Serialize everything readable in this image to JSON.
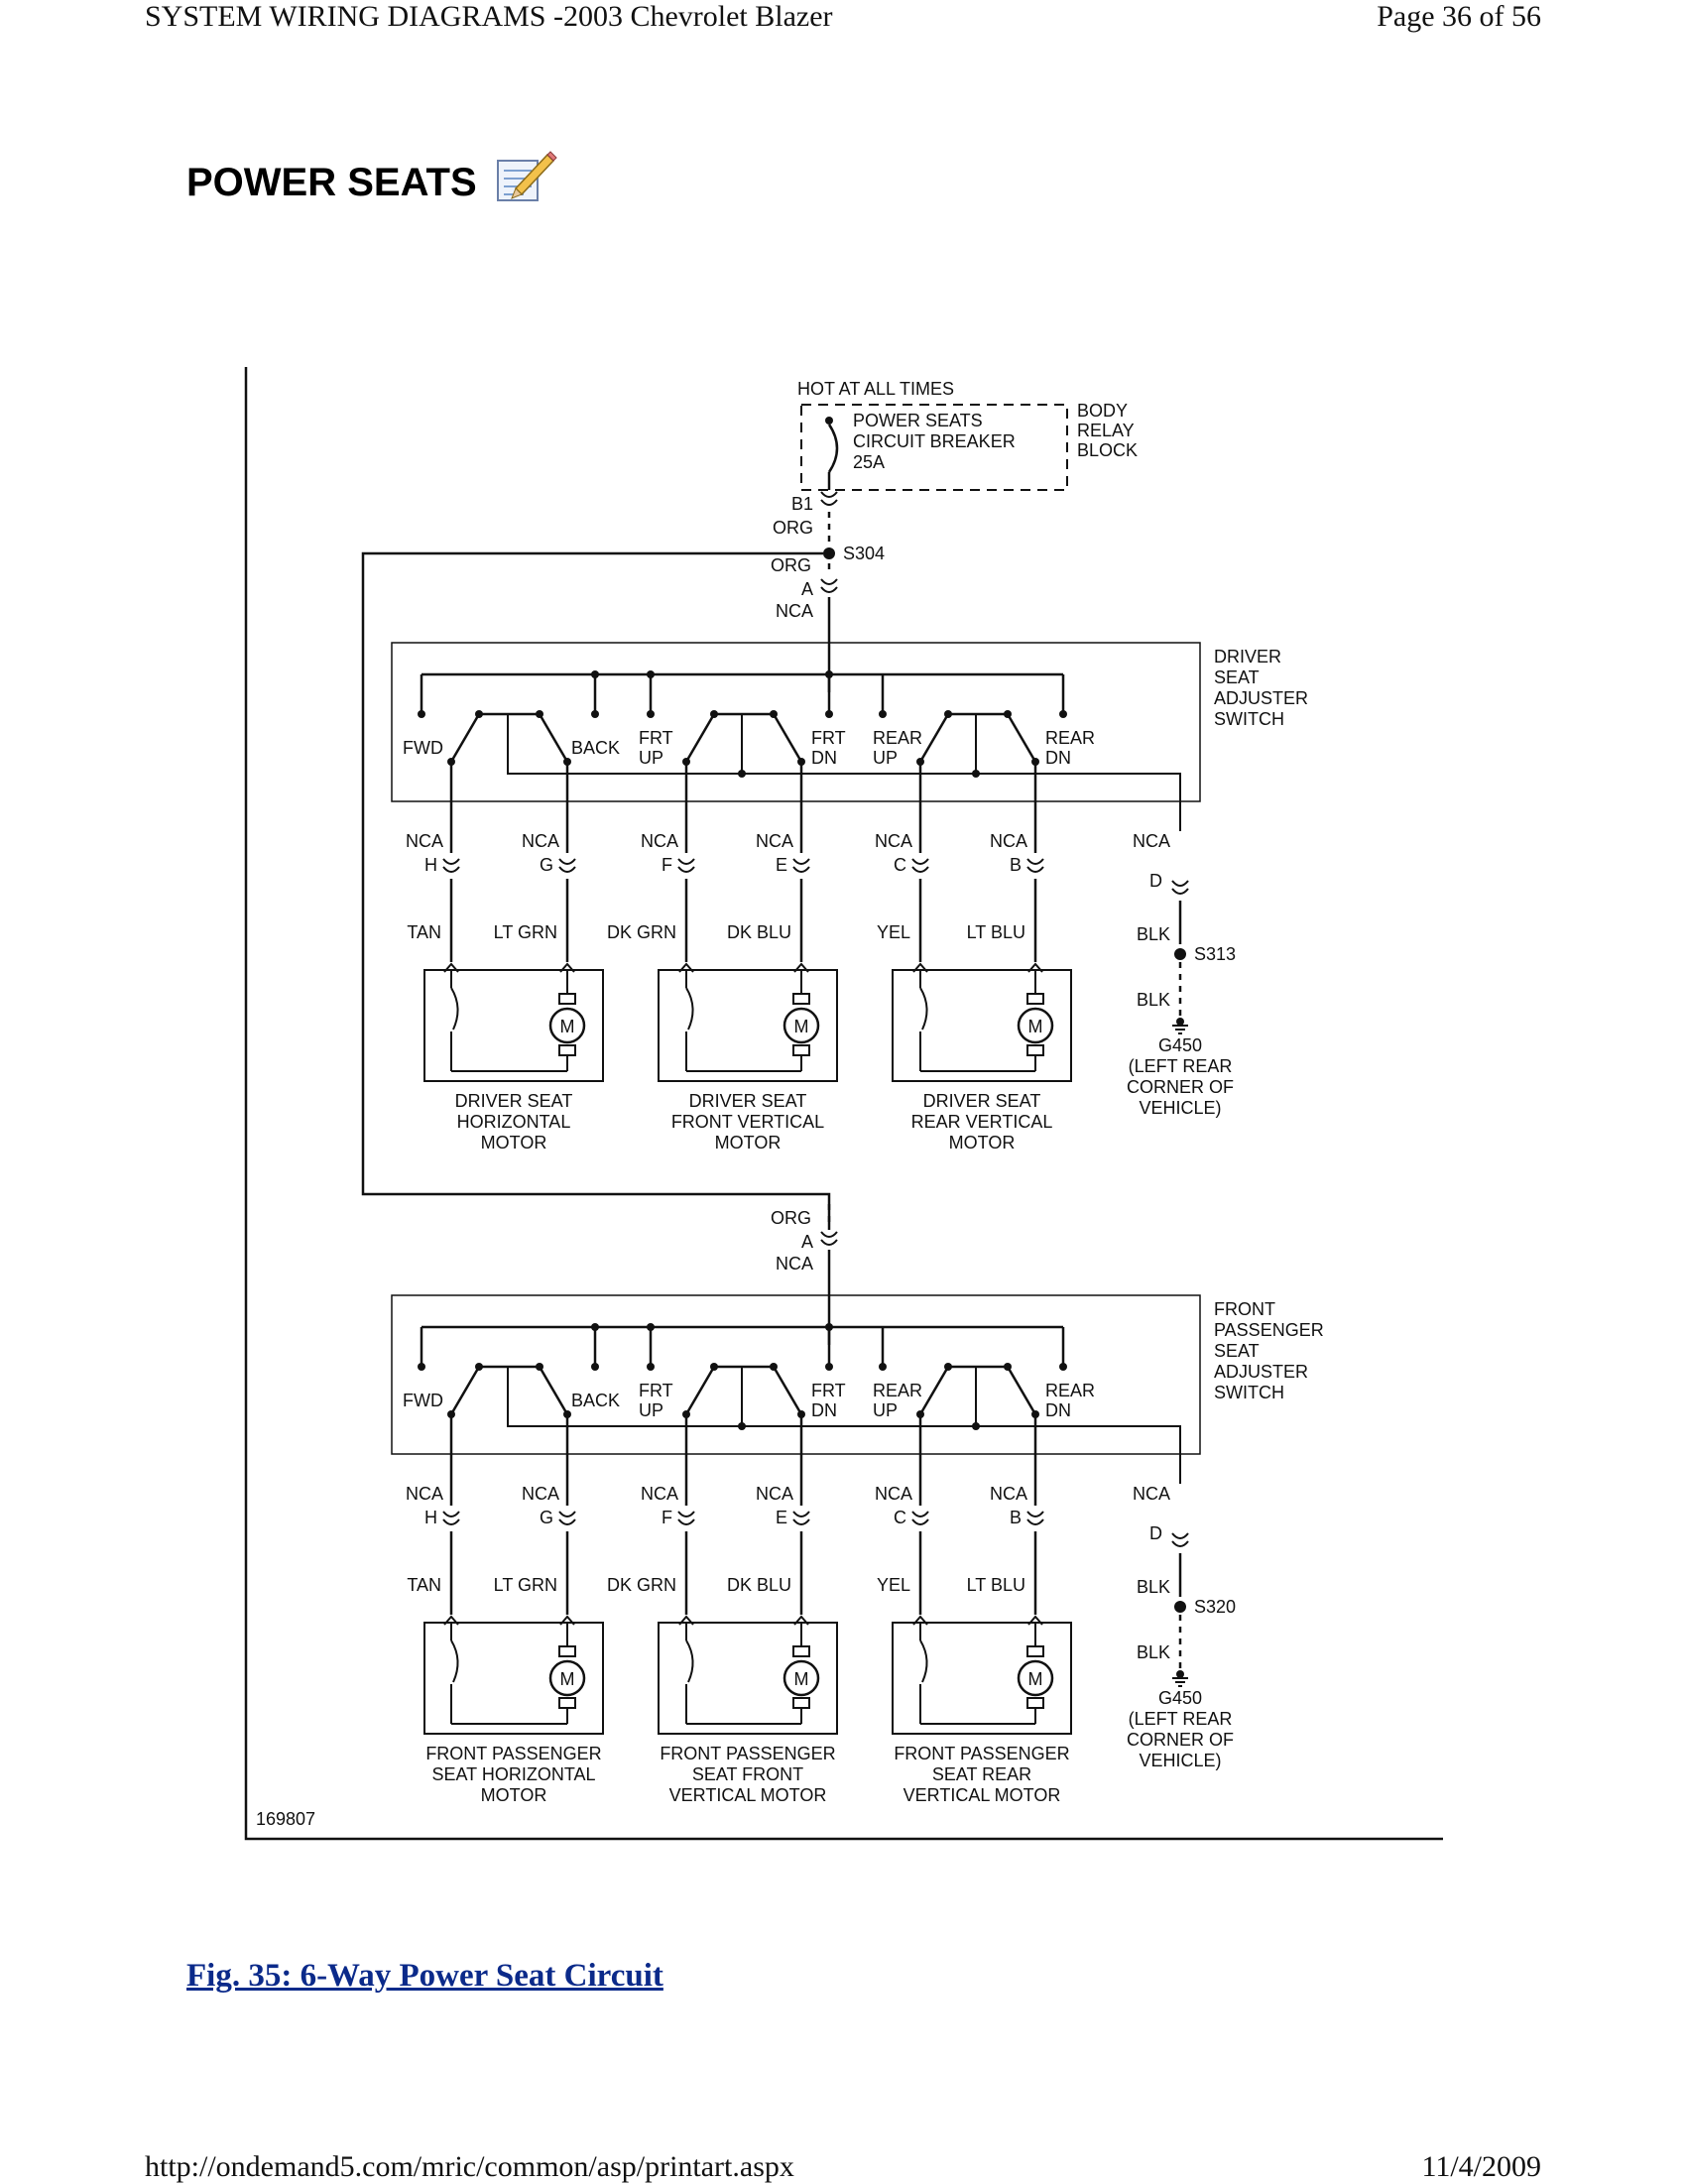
{
  "header": {
    "left": "SYSTEM WIRING DIAGRAMS -2003 Chevrolet Blazer",
    "right": "Page 36 of 56"
  },
  "page_title": "POWER SEATS",
  "figure_caption": "Fig. 35: 6-Way Power Seat Circuit",
  "footer": {
    "url": "http://ondemand5.com/mric/common/asp/printart.aspx",
    "date": "11/4/2009"
  },
  "diagram": {
    "figure_number": "169807",
    "power_source": {
      "hot_label": "HOT AT ALL TIMES",
      "breaker_lines": [
        "POWER SEATS",
        "CIRCUIT BREAKER",
        "25A"
      ],
      "block_lines": [
        "BODY",
        "RELAY",
        "BLOCK"
      ],
      "pin": "B1",
      "wire": "ORG"
    },
    "splice_main": "S304",
    "colors": {
      "ink": "#111111",
      "link": "#0b2a8a"
    },
    "switch_labels": [
      "FWD",
      "BACK",
      "FRT UP",
      "FRT DN",
      "REAR UP",
      "REAR DN"
    ],
    "driver": {
      "feed_wire": "ORG",
      "feed_pin": "A",
      "feed_nca": "NCA",
      "switch_lines": [
        "DRIVER",
        "SEAT",
        "ADJUSTER",
        "SWITCH"
      ],
      "connectors": [
        {
          "nca": "NCA",
          "pin": "H",
          "wire": "TAN"
        },
        {
          "nca": "NCA",
          "pin": "G",
          "wire": "LT GRN"
        },
        {
          "nca": "NCA",
          "pin": "F",
          "wire": "DK GRN"
        },
        {
          "nca": "NCA",
          "pin": "E",
          "wire": "DK BLU"
        },
        {
          "nca": "NCA",
          "pin": "C",
          "wire": "YEL"
        },
        {
          "nca": "NCA",
          "pin": "B",
          "wire": "LT BLU"
        }
      ],
      "ground": {
        "nca": "NCA",
        "pin": "D",
        "wire1": "BLK",
        "splice": "S313",
        "wire2": "BLK",
        "lines": [
          "G450",
          "(LEFT REAR",
          "CORNER OF",
          "VEHICLE)"
        ]
      },
      "motors": [
        {
          "lines": [
            "DRIVER SEAT",
            "HORIZONTAL",
            "MOTOR"
          ]
        },
        {
          "lines": [
            "DRIVER SEAT",
            "FRONT VERTICAL",
            "MOTOR"
          ]
        },
        {
          "lines": [
            "DRIVER SEAT",
            "REAR VERTICAL",
            "MOTOR"
          ]
        }
      ]
    },
    "passenger": {
      "feed_wire": "ORG",
      "feed_pin": "A",
      "feed_nca": "NCA",
      "switch_lines": [
        "FRONT",
        "PASSENGER",
        "SEAT",
        "ADJUSTER",
        "SWITCH"
      ],
      "connectors": [
        {
          "nca": "NCA",
          "pin": "H",
          "wire": "TAN"
        },
        {
          "nca": "NCA",
          "pin": "G",
          "wire": "LT GRN"
        },
        {
          "nca": "NCA",
          "pin": "F",
          "wire": "DK GRN"
        },
        {
          "nca": "NCA",
          "pin": "E",
          "wire": "DK BLU"
        },
        {
          "nca": "NCA",
          "pin": "C",
          "wire": "YEL"
        },
        {
          "nca": "NCA",
          "pin": "B",
          "wire": "LT BLU"
        }
      ],
      "ground": {
        "nca": "NCA",
        "pin": "D",
        "wire1": "BLK",
        "splice": "S320",
        "wire2": "BLK",
        "lines": [
          "G450",
          "(LEFT REAR",
          "CORNER OF",
          "VEHICLE)"
        ]
      },
      "motors": [
        {
          "lines": [
            "FRONT PASSENGER",
            "SEAT HORIZONTAL",
            "MOTOR"
          ]
        },
        {
          "lines": [
            "FRONT PASSENGER",
            "SEAT FRONT",
            "VERTICAL MOTOR"
          ]
        },
        {
          "lines": [
            "FRONT PASSENGER",
            "SEAT REAR",
            "VERTICAL MOTOR"
          ]
        }
      ]
    }
  }
}
